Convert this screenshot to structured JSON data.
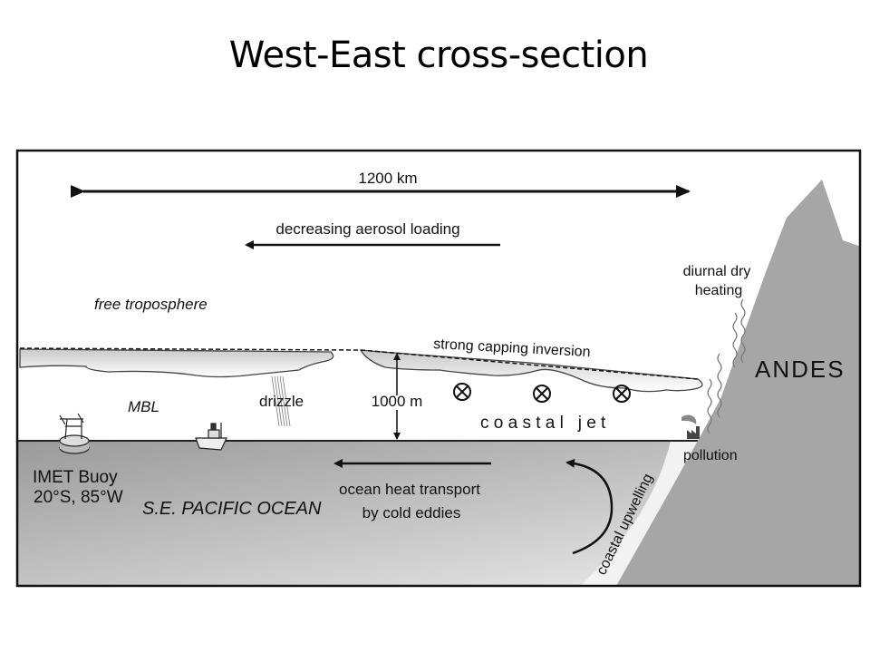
{
  "title": "West-East cross-section",
  "labels": {
    "distance": "1200 km",
    "aerosol": "decreasing aerosol loading",
    "free_troposphere": "free troposphere",
    "capping_inversion": "strong capping inversion",
    "mbl": "MBL",
    "drizzle": "drizzle",
    "height": "1000 m",
    "coastal_jet": "c o a s t a l   j e t",
    "diurnal_line1": "diurnal dry",
    "diurnal_line2": "heating",
    "andes": "ANDES",
    "pollution": "pollution",
    "buoy_line1": "IMET Buoy",
    "buoy_line2": "20°S, 85°W",
    "ocean": "S.E. PACIFIC OCEAN",
    "heat_line1": "ocean heat transport",
    "heat_line2": "by cold eddies",
    "upwelling": "coastal upwelling"
  },
  "colors": {
    "land": "#a6a6a6",
    "ocean_dark": "#9a9a9a",
    "ocean_light": "#ececec",
    "cloud": "#e4e4e4",
    "ink": "#111111"
  }
}
